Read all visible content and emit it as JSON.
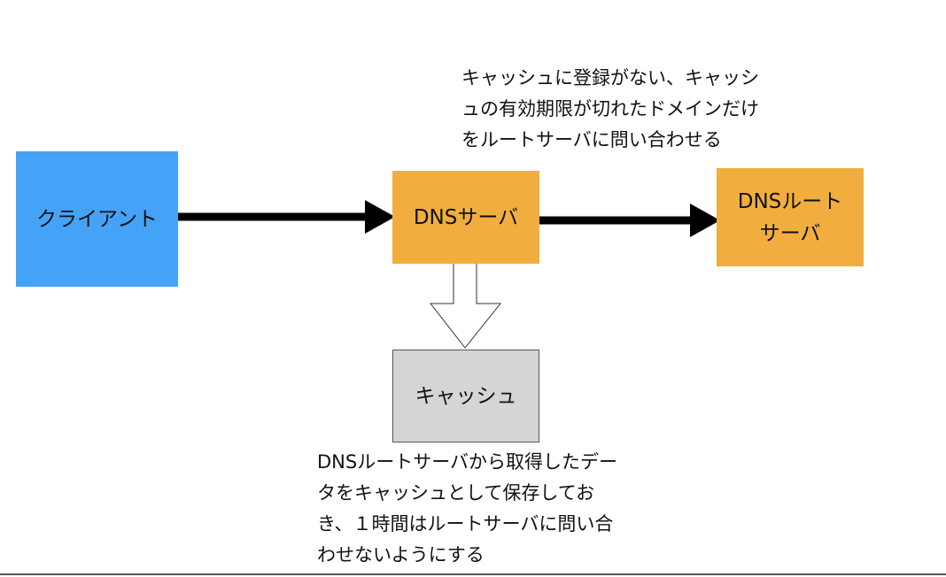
{
  "colors": {
    "client": "#44a3f6",
    "dns_server": "#f1ae3e",
    "root_server": "#f1ae3e",
    "cache": "#d5d5d5",
    "arrow": "#000000",
    "hollow_arrow_stroke": "#333333",
    "footer_line": "#555555"
  },
  "nodes": {
    "client": {
      "label": "クライアント"
    },
    "dns_server": {
      "label": "DNSサーバ"
    },
    "root_server": {
      "label_lines": [
        "DNSルート",
        "サーバ"
      ]
    },
    "cache": {
      "label": "キャッシュ"
    }
  },
  "notes": {
    "top": [
      "キャッシュに登録がない、キャッシ",
      "ュの有効期限が切れたドメインだけ",
      "をルートサーバに問い合わせる"
    ],
    "bottom": [
      "DNSルートサーバから取得したデー",
      "タをキャッシュとして保存してお",
      "き、１時間はルートサーバに問い合",
      "わせないようにする"
    ]
  },
  "edges": [
    {
      "from": "client",
      "to": "dns_server",
      "style": "solid"
    },
    {
      "from": "dns_server",
      "to": "root_server",
      "style": "solid"
    },
    {
      "from": "dns_server",
      "to": "cache",
      "style": "hollow"
    }
  ]
}
